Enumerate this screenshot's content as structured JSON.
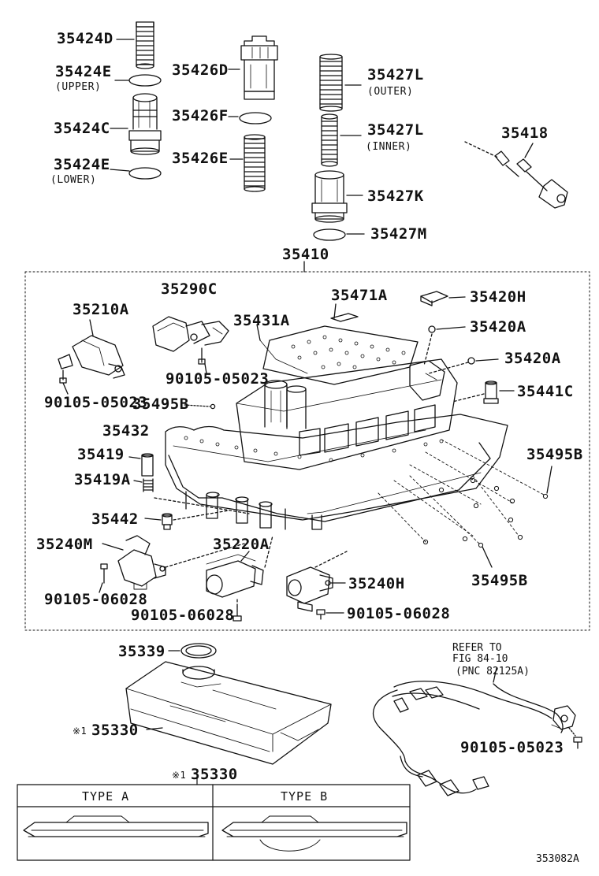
{
  "labels": {
    "p35424D": "35424D",
    "p35424E_upper": "35424E",
    "p35424E_upper_note": "(UPPER)",
    "p35424C": "35424C",
    "p35424E_lower": "35424E",
    "p35424E_lower_note": "(LOWER)",
    "p35426D": "35426D",
    "p35426F": "35426F",
    "p35426E": "35426E",
    "p35427L_outer": "35427L",
    "p35427L_outer_note": "(OUTER)",
    "p35427L_inner": "35427L",
    "p35427L_inner_note": "(INNER)",
    "p35427K": "35427K",
    "p35427M": "35427M",
    "p35418": "35418",
    "p35410": "35410",
    "p35290C": "35290C",
    "p35471A": "35471A",
    "p35420H": "35420H",
    "p35210A": "35210A",
    "p35431A": "35431A",
    "p35420A_1": "35420A",
    "p35420A_2": "35420A",
    "p90105_05023_a": "90105-05023",
    "p90105_05023_b": "90105-05023",
    "p35441C": "35441C",
    "p35495B_1": "35495B",
    "p35432": "35432",
    "p35495B_2": "35495B",
    "p35419": "35419",
    "p35419A": "35419A",
    "p35442": "35442",
    "p35240M": "35240M",
    "p35220A": "35220A",
    "p90105_06028_a": "90105-06028",
    "p35240H": "35240H",
    "p35495B_3": "35495B",
    "p90105_06028_b": "90105-06028",
    "p90105_06028_c": "90105-06028",
    "p35339": "35339",
    "p35330_main": "35330",
    "p35330_main_mark": "※1",
    "p90105_05023_c": "90105-05023",
    "p35330_types": "35330",
    "p35330_types_mark": "※1"
  },
  "refer_note": {
    "line1": "REFER TO",
    "line2": "FIG 84-10",
    "line3": "(PNC 82125A)"
  },
  "type_table": {
    "type_a": "TYPE A",
    "type_b": "TYPE B"
  },
  "figure_id": "353082A"
}
